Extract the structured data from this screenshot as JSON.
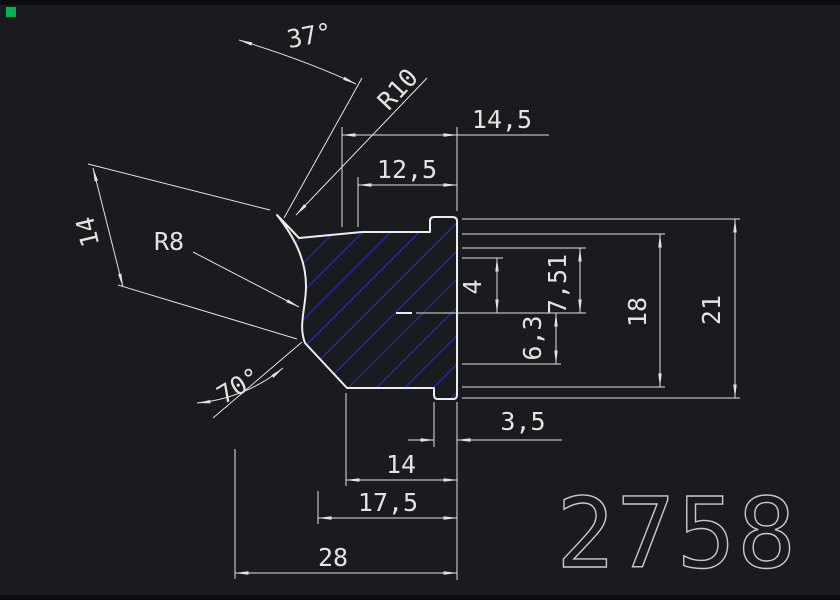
{
  "canvas": {
    "part_number": "2758",
    "labels": {
      "angle_top": "37°",
      "radius_top": "R10",
      "radius_left": "R8",
      "width_top_outer": "14,5",
      "width_top_inner": "12,5",
      "aligned_left": "14",
      "depth_small": "4",
      "depth_mid": "7,51",
      "depth_lower": "6,3",
      "height_inner": "18",
      "height_outer": "21",
      "angle_bottom": "70°",
      "width_bottom_tab": "3,5",
      "width_bottom_inner": "14",
      "width_bottom_mid": "17,5",
      "width_bottom_outer": "28"
    },
    "colors": {
      "background": "#191b1f",
      "frame_band": "#0a0b0d",
      "lines": "#e3e3e3",
      "outline": "#ededed",
      "hatch": "#2a2ac8",
      "corner_marker": "#00b44d",
      "part_number": "#c9c9c9"
    }
  }
}
